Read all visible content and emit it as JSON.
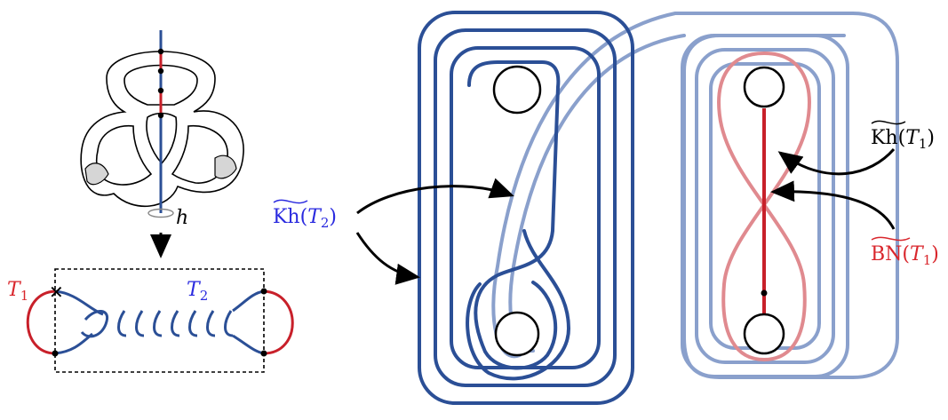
{
  "labels": {
    "h": "h",
    "t1": "T",
    "t1_sub": "1",
    "t2": "T",
    "t2_sub": "2",
    "kh_t2_main": "Kh(",
    "kh_t2_var": "T",
    "kh_t2_sub": "2",
    "kh_t2_close": ")",
    "kh_t1_main": "Kh(",
    "kh_t1_var": "T",
    "kh_t1_sub": "1",
    "kh_t1_close": ")",
    "bn_t1_main": "BN(",
    "bn_t1_var": "T",
    "bn_t1_sub": "1",
    "bn_t1_close": ")",
    "special_marker": "✻"
  },
  "colors": {
    "strand_blue": "#2b4f96",
    "strand_light_blue": "#8aa0cc",
    "tangle_red": "#c8202a",
    "light_red": "#e08a8f",
    "label_blue": "#2a2adf",
    "label_red": "#d9262c",
    "black": "#000000",
    "shading": "#d6d6d6"
  }
}
